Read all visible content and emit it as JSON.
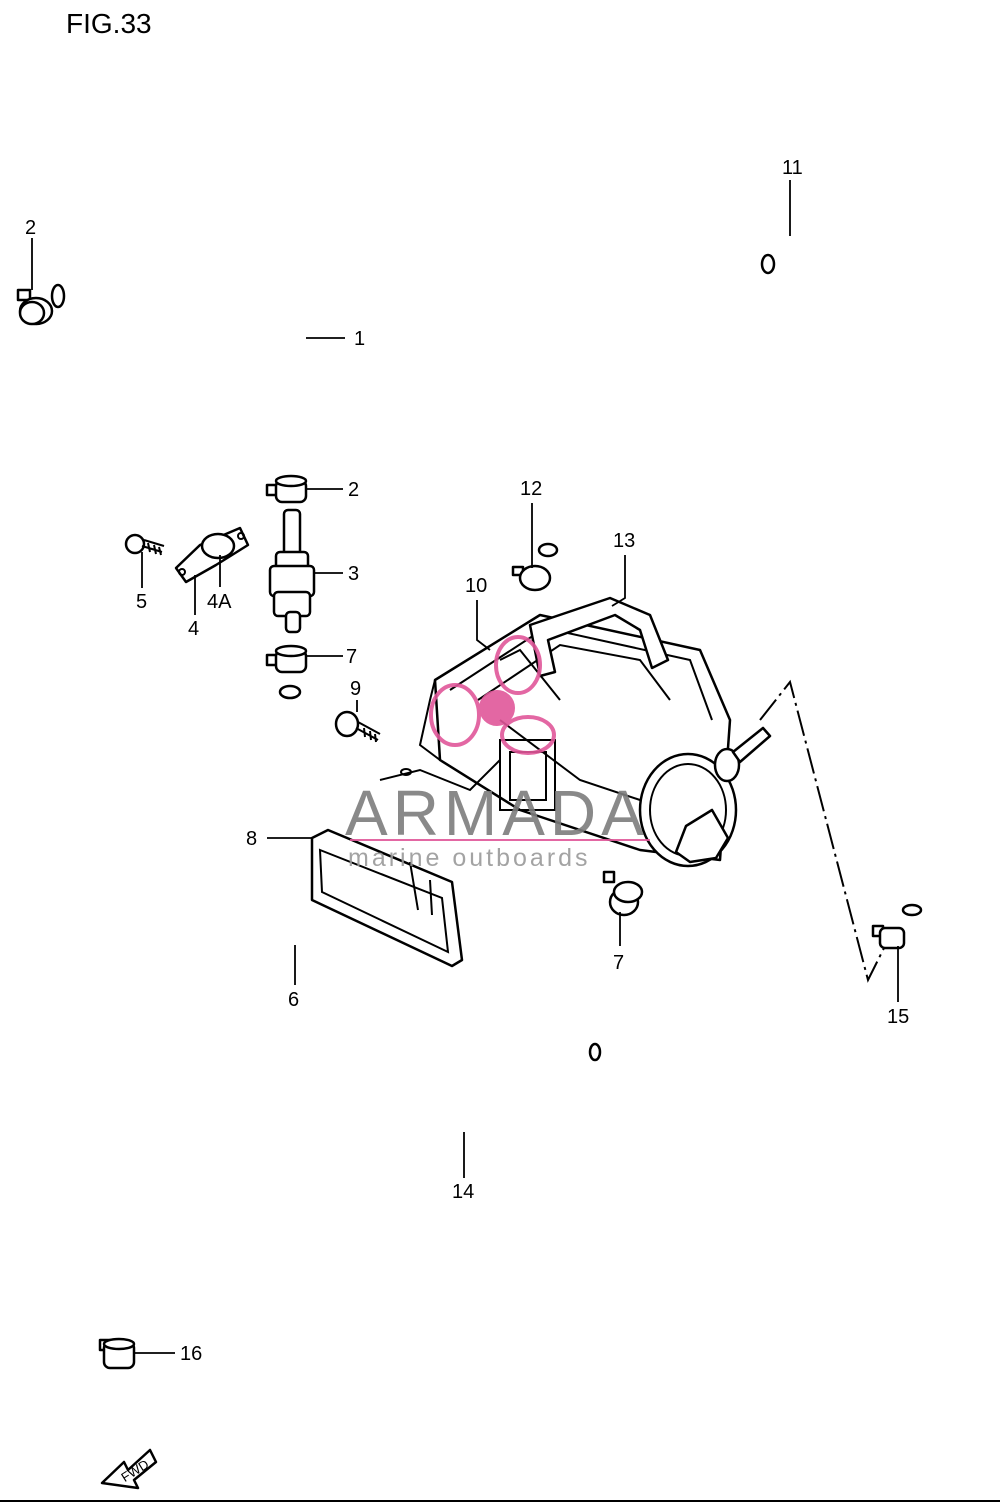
{
  "figure": {
    "title": "FIG.33"
  },
  "callouts": {
    "c1": "1",
    "c2a": "2",
    "c2b": "2",
    "c3": "3",
    "c4": "4",
    "c4a": "4A",
    "c5": "5",
    "c6": "6",
    "c7a": "7",
    "c7b": "7",
    "c8": "8",
    "c9": "9",
    "c10": "10",
    "c11": "11",
    "c12": "12",
    "c13": "13",
    "c14": "14",
    "c15": "15",
    "c16": "16"
  },
  "watermark": {
    "brand": "ARMADA",
    "tagline": "marine outboards",
    "accent": "#e0579a"
  },
  "direction_badge": {
    "label": "FWD"
  }
}
